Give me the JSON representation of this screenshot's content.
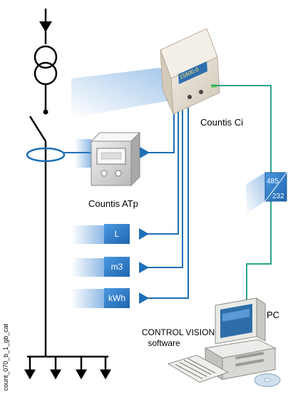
{
  "labels": {
    "countis_ci": "Countis Ci",
    "countis_atp": "Countis ATp",
    "pc": "PC",
    "control_vision": "CONTROL VISION",
    "software": "software",
    "converter_top": "485",
    "converter_bottom": "232",
    "vertical_ref": "count_070_b_1_gb_cat",
    "ci_display": "15600.0"
  },
  "inputs": [
    {
      "label": "L"
    },
    {
      "label": "m3"
    },
    {
      "label": "kWh"
    }
  ],
  "colors": {
    "line": "#000000",
    "blue_link": "#1d6fb5",
    "teal_link": "#2aa68a",
    "module_blue": "#2f7fd0",
    "device_beige": "#e4ddd0"
  }
}
